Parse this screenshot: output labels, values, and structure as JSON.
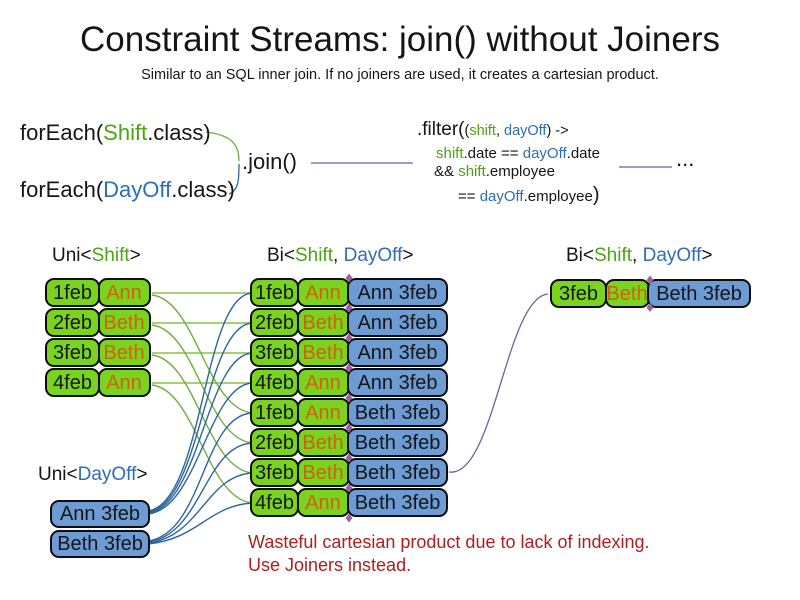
{
  "title": "Constraint Streams: join() without Joiners",
  "subtitle": "Similar to an SQL inner join. If no joiners are used, it creates a cartesian product.",
  "code": {
    "foreach_shift": {
      "pre": "forEach(",
      "cls": "Shift",
      "post": ".class)"
    },
    "foreach_dayoff": {
      "pre": "forEach(",
      "cls": "DayOff",
      "post": ".class)"
    },
    "join": ".join()",
    "ellipsis": "...",
    "filter": {
      "f1a": ".filter(",
      "f1b": "(",
      "f1c": "shift",
      "f1d": ", ",
      "f1e": "dayOff",
      "f1f": ") ->",
      "f2a": "shift",
      "f2b": ".date == ",
      "f2c": "dayOff",
      "f2d": ".date",
      "f3a": "&& ",
      "f3b": "shift",
      "f3c": ".employee",
      "f4a": "== ",
      "f4b": "dayOff",
      "f4c": ".employee",
      "f4d": ")"
    }
  },
  "labels": {
    "uni_shift": {
      "a": "Uni<",
      "b": "Shift",
      "c": ">"
    },
    "bi_mid": {
      "a": "Bi<",
      "b": "Shift",
      "c": ", ",
      "d": "DayOff",
      "e": ">"
    },
    "bi_right": {
      "a": "Bi<",
      "b": "Shift",
      "c": ", ",
      "d": "DayOff",
      "e": ">"
    },
    "uni_dayoff": {
      "a": "Uni<",
      "b": "DayOff",
      "c": ">"
    }
  },
  "tables": {
    "uni_shift": {
      "rows": [
        {
          "date": "1feb",
          "name": "Ann"
        },
        {
          "date": "2feb",
          "name": "Beth"
        },
        {
          "date": "3feb",
          "name": "Beth"
        },
        {
          "date": "4feb",
          "name": "Ann"
        }
      ]
    },
    "bi_mid": {
      "rows": [
        {
          "date": "1feb",
          "name": "Ann",
          "pair": "Ann 3feb"
        },
        {
          "date": "2feb",
          "name": "Beth",
          "pair": "Ann 3feb"
        },
        {
          "date": "3feb",
          "name": "Beth",
          "pair": "Ann 3feb"
        },
        {
          "date": "4feb",
          "name": "Ann",
          "pair": "Ann 3feb"
        },
        {
          "date": "1feb",
          "name": "Ann",
          "pair": "Beth 3feb"
        },
        {
          "date": "2feb",
          "name": "Beth",
          "pair": "Beth 3feb"
        },
        {
          "date": "3feb",
          "name": "Beth",
          "pair": "Beth 3feb"
        },
        {
          "date": "4feb",
          "name": "Ann",
          "pair": "Beth 3feb"
        }
      ]
    },
    "bi_right": {
      "rows": [
        {
          "date": "3feb",
          "name": "Beth",
          "pair": "Beth 3feb"
        }
      ]
    },
    "uni_dayoff": {
      "rows": [
        {
          "pair": "Ann 3feb"
        },
        {
          "pair": "Beth 3feb"
        }
      ]
    }
  },
  "note": {
    "line1": "Wasteful cartesian product due to lack of indexing.",
    "line2": "Use Joiners instead."
  },
  "colors": {
    "green_cell_fill": "#7ad31f",
    "blue_cell_fill": "#6d9bd3",
    "green_text": "#4aa413",
    "blue_text": "#2e6db8",
    "orange_text": "#d2600e",
    "red_note_text": "#b21d1d",
    "purple_line": "#7a5a96",
    "green_line": "#6fb03a",
    "blue_line": "#2e679f"
  }
}
